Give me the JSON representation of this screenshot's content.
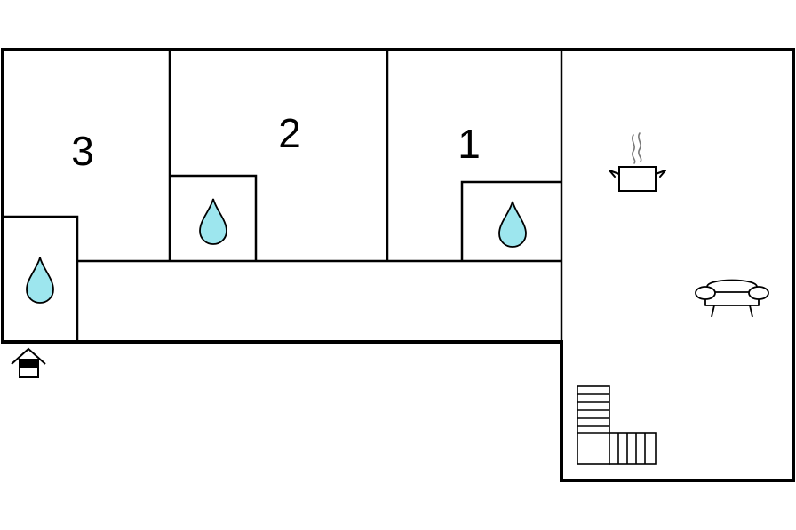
{
  "colors": {
    "wall": "#000000",
    "background": "#ffffff",
    "water": "#9de6ee"
  },
  "rooms": [
    {
      "label": "3"
    },
    {
      "label": "2"
    },
    {
      "label": "1"
    }
  ],
  "icons": {
    "bathroom": "water-drop-icon",
    "kitchen": "cooking-pot-icon",
    "living": "sofa-icon",
    "stairs": "stairs-icon",
    "entrance": "entrance-house-icon"
  }
}
